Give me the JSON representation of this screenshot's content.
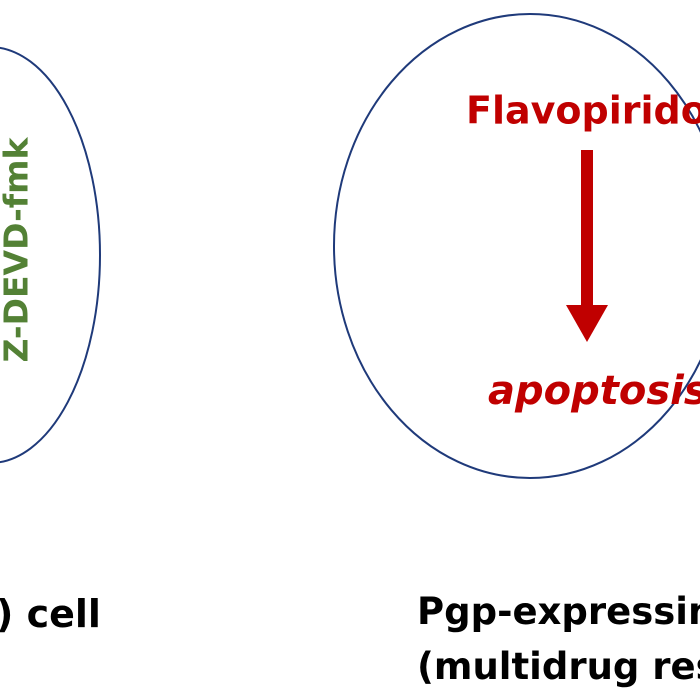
{
  "colors": {
    "outline": "#1f3a7a",
    "red": "#c00000",
    "green": "#538135",
    "text": "#000000"
  },
  "left_cell": {
    "inhibitor_label": "Z-DEVD-fmk",
    "caption": ") cell"
  },
  "right_cell": {
    "drug_label": "Flavopiridol",
    "outcome_label": "apoptosis",
    "caption_line1": "Pgp-expressing",
    "caption_line2": "(multidrug res"
  }
}
